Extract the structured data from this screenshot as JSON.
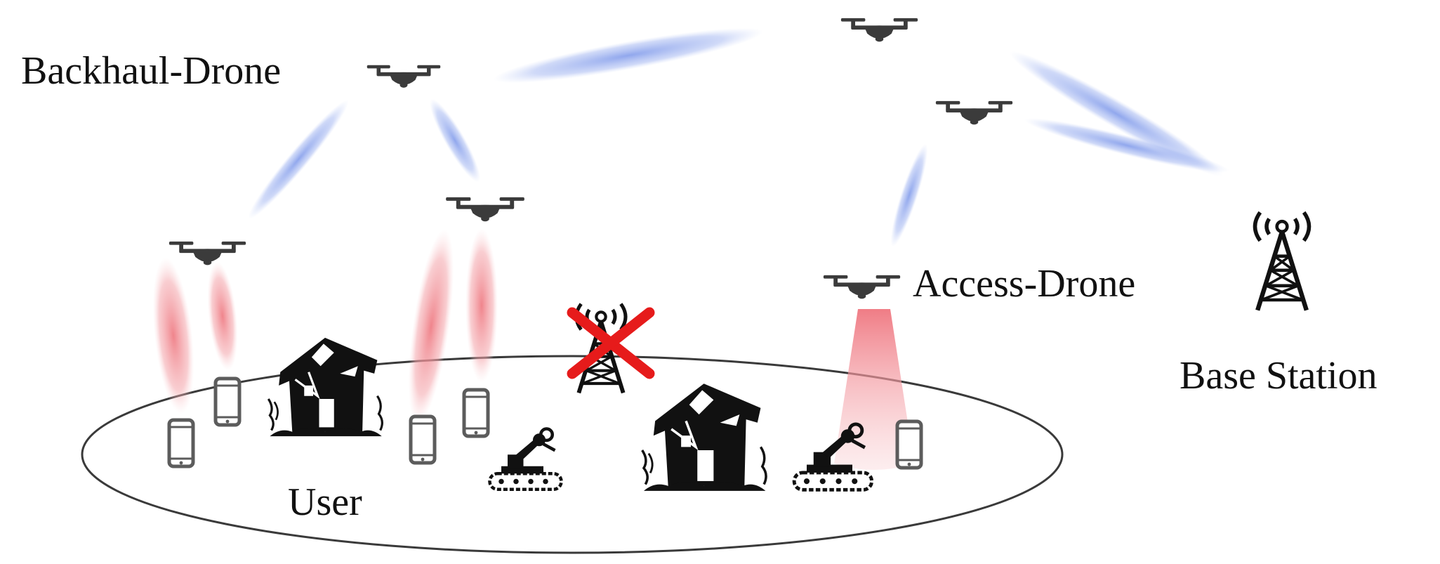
{
  "labels": {
    "backhaul_drone": "Backhaul-Drone",
    "access_drone": "Access-Drone",
    "base_station": "Base Station",
    "user": "User"
  },
  "colors": {
    "backhaul_link": "#8aa2ec",
    "access_beam": "#ef7e86",
    "drone": "#3b3b3b",
    "phone": "#5c5c5c",
    "building": "#111111",
    "robot": "#111111",
    "failed_mark": "#e61b1b",
    "area_outline": "#3a3a3a"
  },
  "icons": {
    "drone": "quadcopter-drone-icon",
    "phone": "smartphone-icon",
    "building": "damaged-building-icon",
    "robot": "tracked-robot-icon",
    "tower": "cell-tower-icon",
    "failed": "red-x-icon"
  }
}
